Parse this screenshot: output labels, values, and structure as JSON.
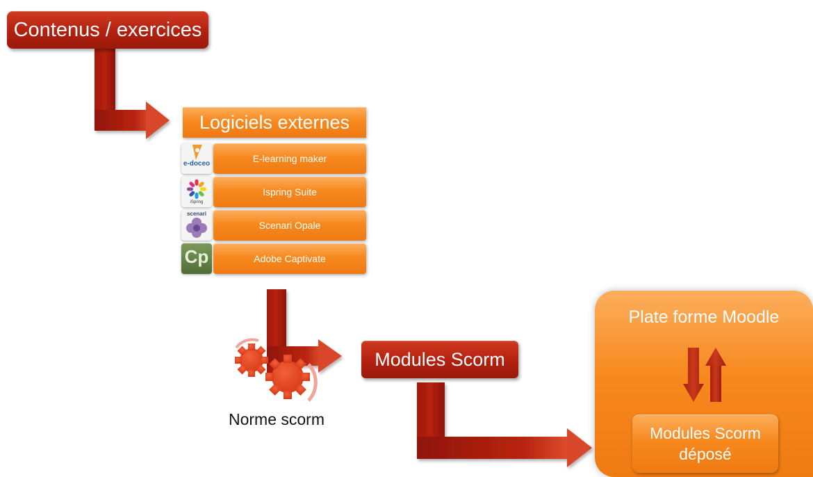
{
  "contenus": "Contenus / exercices",
  "logiciels": {
    "title": "Logiciels externes",
    "items": [
      {
        "label": "E-learning maker",
        "icon": "edoceo-logo-icon",
        "icon_text": "e-doceo"
      },
      {
        "label": "Ispring Suite",
        "icon": "ispring-logo-icon",
        "icon_text": "iSpring"
      },
      {
        "label": "Scenari Opale",
        "icon": "scenari-logo-icon",
        "icon_text": "scenari"
      },
      {
        "label": "Adobe Captivate",
        "icon": "captivate-logo-icon",
        "icon_text": "Cp"
      }
    ]
  },
  "norme": "Norme scorm",
  "modules_scorm": "Modules Scorm",
  "moodle": {
    "title": "Plate forme Moodle",
    "inner_line1": "Modules Scorm",
    "inner_line2": "déposé"
  },
  "colors": {
    "arrow_red": "#b01e0f",
    "box_red": "#b2200f",
    "box_orange": "#f7891f",
    "gear_red": "#e84a22"
  }
}
